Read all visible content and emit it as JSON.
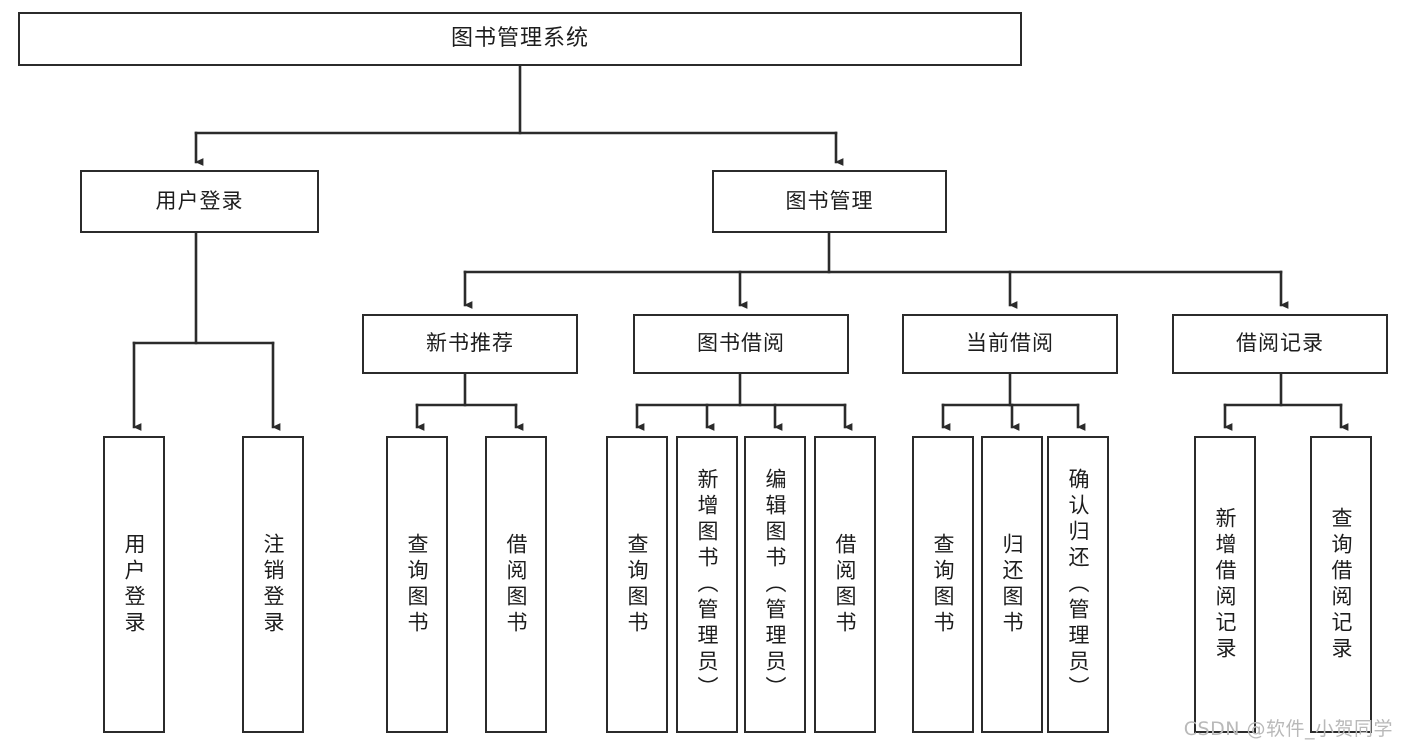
{
  "diagram": {
    "title": "图书管理系统",
    "type": "tree",
    "levels": 4,
    "colors": {
      "box_border": "#2b2b2b",
      "box_fill": "#ffffff",
      "text": "#1d1d1d",
      "connector": "#2b2b2b",
      "watermark": "#b9b9b9"
    },
    "nodes": {
      "root": {
        "label": "图书管理系统"
      },
      "level2": [
        {
          "label": "用户登录"
        },
        {
          "label": "图书管理"
        }
      ],
      "level3": [
        {
          "label": "新书推荐"
        },
        {
          "label": "图书借阅"
        },
        {
          "label": "当前借阅"
        },
        {
          "label": "借阅记录"
        }
      ],
      "leaves": {
        "user_login": [
          {
            "label": "用户登录"
          },
          {
            "label": "注销登录"
          }
        ],
        "new_book_recommend": [
          {
            "label": "查询图书"
          },
          {
            "label": "借阅图书"
          }
        ],
        "book_borrow": [
          {
            "label": "查询图书"
          },
          {
            "label": "新增图书（管理员）"
          },
          {
            "label": "编辑图书（管理员）"
          },
          {
            "label": "借阅图书"
          }
        ],
        "current_borrow": [
          {
            "label": "查询图书"
          },
          {
            "label": "归还图书"
          },
          {
            "label": "确认归还（管理员）"
          }
        ],
        "borrow_record": [
          {
            "label": "新增借阅记录"
          },
          {
            "label": "查询借阅记录"
          }
        ]
      }
    }
  },
  "watermark": {
    "text": "CSDN @软件_小贺同学"
  }
}
